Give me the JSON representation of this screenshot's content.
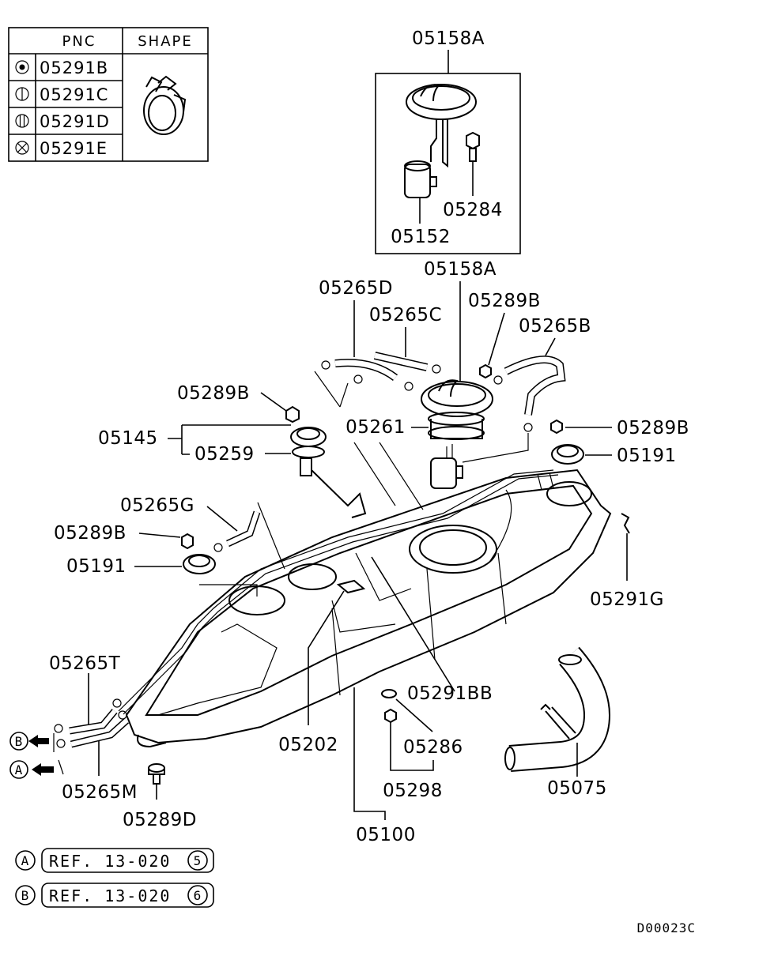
{
  "legend": {
    "header_pnc": "PNC",
    "header_shape": "SHAPE",
    "rows": [
      {
        "symbol": "circle-dot-icon",
        "pnc": "05291B"
      },
      {
        "symbol": "circle-bar-icon",
        "pnc": "05291C"
      },
      {
        "symbol": "circle-double-bar-icon",
        "pnc": "05291D"
      },
      {
        "symbol": "circle-x-icon",
        "pnc": "05291E"
      }
    ]
  },
  "callouts": {
    "c05158A_top": "05158A",
    "c05284": "05284",
    "c05152": "05152",
    "c05158A_mid": "05158A",
    "c05265D": "05265D",
    "c05265C": "05265C",
    "c05289B_a": "05289B",
    "c05265B": "05265B",
    "c05289B_b": "05289B",
    "c05261": "05261",
    "c05289B_c": "05289B",
    "c05145": "05145",
    "c05259": "05259",
    "c05191_a": "05191",
    "c05265G": "05265G",
    "c05289B_d": "05289B",
    "c05191_b": "05191",
    "c05291G": "05291G",
    "c05265T": "05265T",
    "c05291BB": "05291BB",
    "c05202": "05202",
    "c05286": "05286",
    "c05298": "05298",
    "c05075": "05075",
    "c05265M": "05265M",
    "c05289D": "05289D",
    "c05100": "05100"
  },
  "markers": {
    "a": "A",
    "b": "B"
  },
  "references": [
    {
      "marker": "A",
      "text": "REF. 13-020",
      "number": "5"
    },
    {
      "marker": "B",
      "text": "REF. 13-020",
      "number": "6"
    }
  ],
  "diagram_code": "D00023C"
}
